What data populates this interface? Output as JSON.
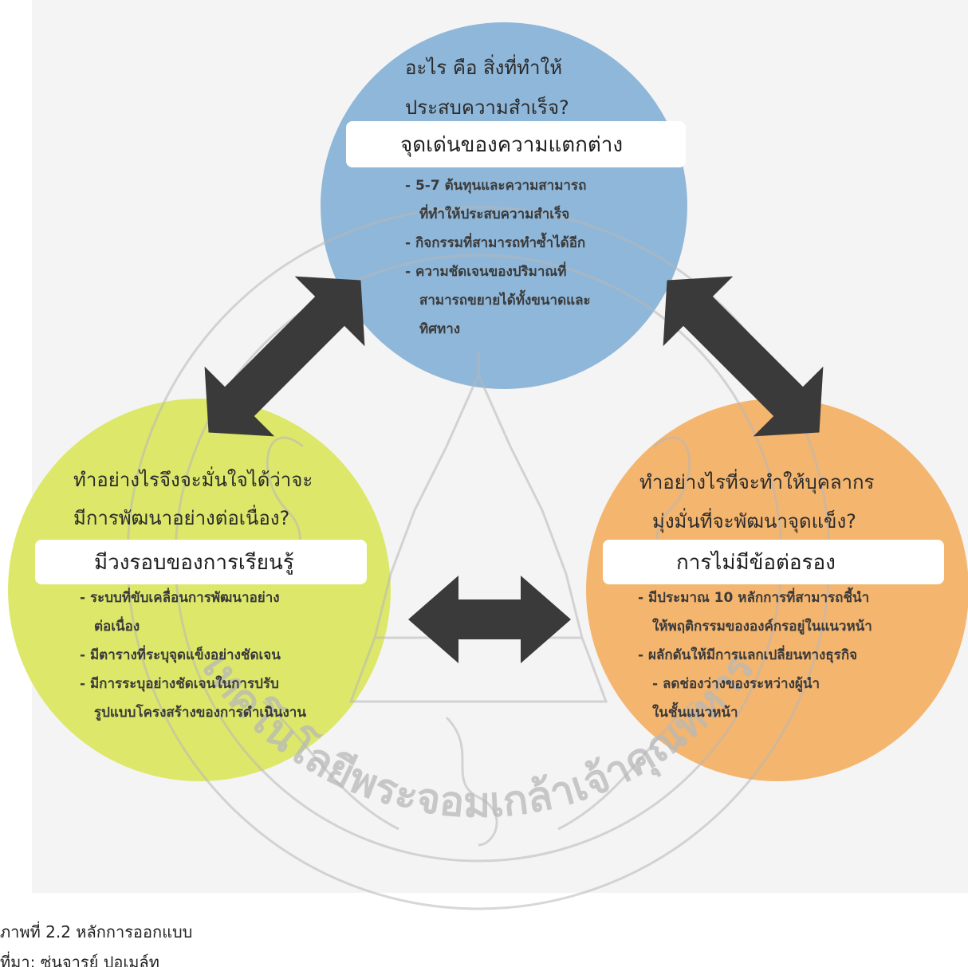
{
  "circles": {
    "top": {
      "color": "#8fb7d9",
      "question_lines": [
        "อะไร คือ สิ่งที่ทำให้",
        "ประสบความสำเร็จ?"
      ],
      "heading": "จุดเด่นของความแตกต่าง",
      "points": [
        [
          "- 5-7 ต้นทุนและความสามารถ",
          "ที่ทำให้ประสบความสำเร็จ"
        ],
        [
          "- กิจกรรมที่สามารถทำซ้ำได้อีก"
        ],
        [
          "- ความชัดเจนของปริมาณที่",
          "สามารถขยายได้ทั้งขนาดและ",
          "ทิศทาง"
        ]
      ]
    },
    "left": {
      "color": "#dde86a",
      "question_lines": [
        "ทำอย่างไรจึงจะมั่นใจได้ว่าจะ",
        "มีการพัฒนาอย่างต่อเนื่อง?"
      ],
      "heading": "มีวงรอบของการเรียนรู้",
      "points": [
        [
          "- ระบบที่ขับเคลื่อนการพัฒนาอย่าง",
          "ต่อเนื่อง"
        ],
        [
          "- มีตารางที่ระบุจุดแข็งอย่างชัดเจน"
        ],
        [
          "- มีการระบุอย่างชัดเจนในการปรับ",
          "รูปแบบโครงสร้างของการดำเนินงาน"
        ]
      ]
    },
    "right": {
      "color": "#f4b56f",
      "question_lines": [
        "ทำอย่างไรที่จะทำให้บุคลากร",
        "มุ่งมั่นที่จะพัฒนาจุดแข็ง?"
      ],
      "heading": "การไม่มีข้อต่อรอง",
      "points": [
        [
          "- มีประมาณ 10 หลักการที่สามารถชี้นำ",
          "ให้พฤติกรรมขององค์กรอยู่ในแนวหน้า"
        ],
        [
          "- ผลักดันให้มีการแลกเปลี่ยนทางธุรกิจ"
        ],
        [
          "- ลดช่องว่างของระหว่างผู้นำ",
          "ในชั้นแนวหน้า"
        ]
      ]
    }
  },
  "arrow_color": "#3a3a3a",
  "seal": {
    "text": "เทคโนโลยีพระจอมเกล้าเจ้าคุณทหาร",
    "color": "#b8b8b8"
  },
  "caption": {
    "line1": "ภาพที่ 2.2 หลักการออกแบบ",
    "line2": "ที่มา: ซุ่นจารย์ ปอเมล์ท"
  }
}
